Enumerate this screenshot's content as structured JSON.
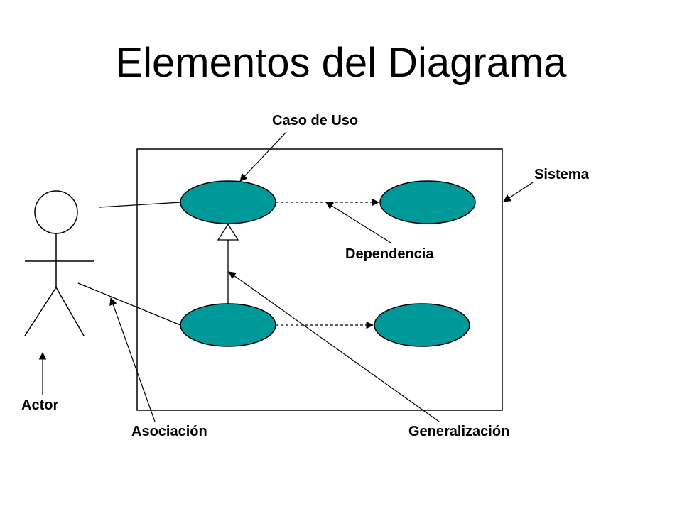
{
  "slide": {
    "title": "Elementos del Diagrama"
  },
  "labels": {
    "use_case": "Caso de Uso",
    "system": "Sistema",
    "dependency": "Dependencia",
    "actor": "Actor",
    "association": "Asociación",
    "generalization": "Generalización"
  },
  "colors": {
    "use_case_fill": "#009999",
    "stroke": "#000000"
  }
}
